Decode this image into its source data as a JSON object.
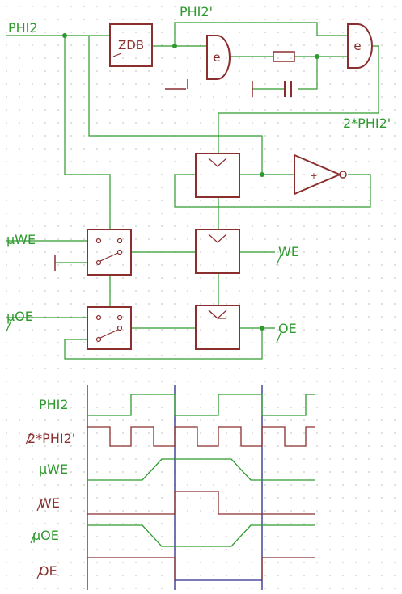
{
  "colors": {
    "wire": "#2e9a2e",
    "part": "#8b2e2e",
    "divider": "#2a2a8a",
    "grid": "#c8c8c8"
  },
  "schematic": {
    "signals": {
      "phi2": "PHI2",
      "phi2_delayed": "PHI2'",
      "double_phi2": "2*PHI2'",
      "uwe": "μWE",
      "we": "WE",
      "uoe": "μOE",
      "oe": "OE"
    },
    "delay_block": "ZDB",
    "gate_symbol_1": "e",
    "gate_symbol_2": "e",
    "inverter_symbol": "+"
  },
  "timing": {
    "rows": [
      {
        "label": "PHI2",
        "bar": false
      },
      {
        "label": "2*PHI2'",
        "bar": false
      },
      {
        "label": "μWE",
        "bar": false
      },
      {
        "label": "WE",
        "bar": true
      },
      {
        "label": "μOE",
        "bar": true
      },
      {
        "label": "OE",
        "bar": true
      }
    ]
  }
}
